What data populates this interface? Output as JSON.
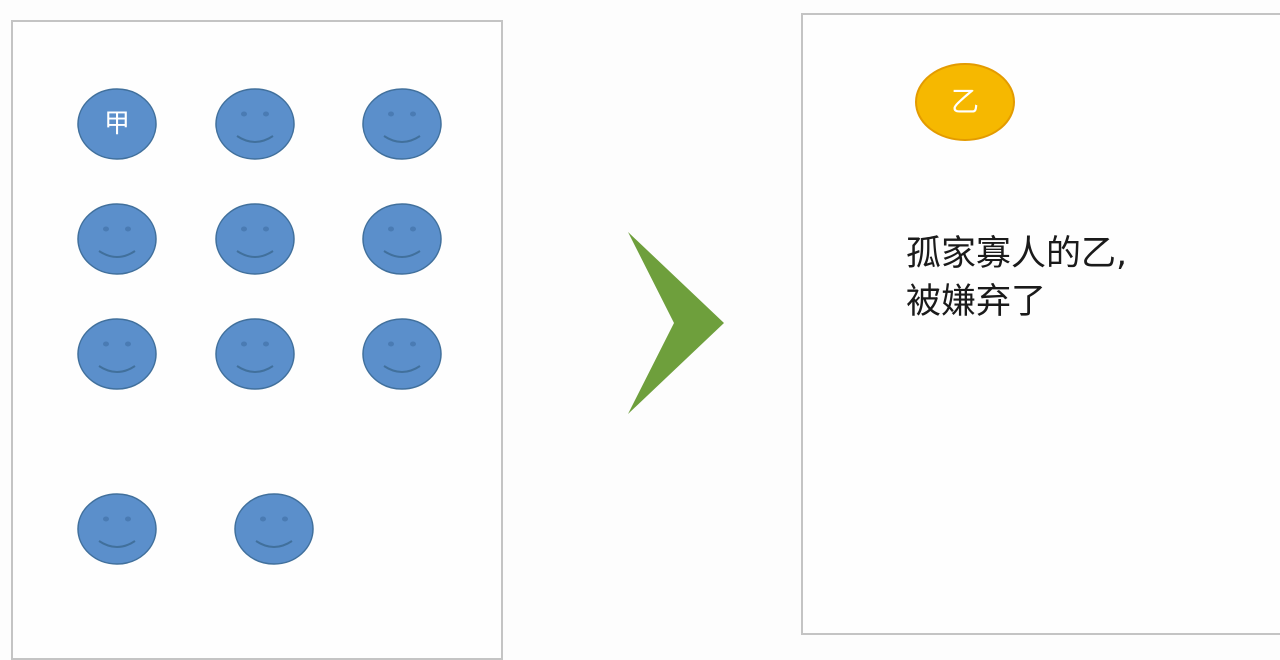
{
  "colors": {
    "face_fill": "#5b8fcb",
    "face_stroke": "#41709c",
    "arrow_fill": "#6e9f3c",
    "token_fill": "#f6b800",
    "token_stroke": "#e39b00"
  },
  "left_group": {
    "first_member_label": "甲",
    "member_count": 11,
    "icon": "smiley-face-icon"
  },
  "arrow": {
    "icon": "chevron-right-icon"
  },
  "right_group": {
    "token_label": "乙",
    "caption_line1": "孤家寡人的乙,",
    "caption_line2": "被嫌弃了"
  }
}
